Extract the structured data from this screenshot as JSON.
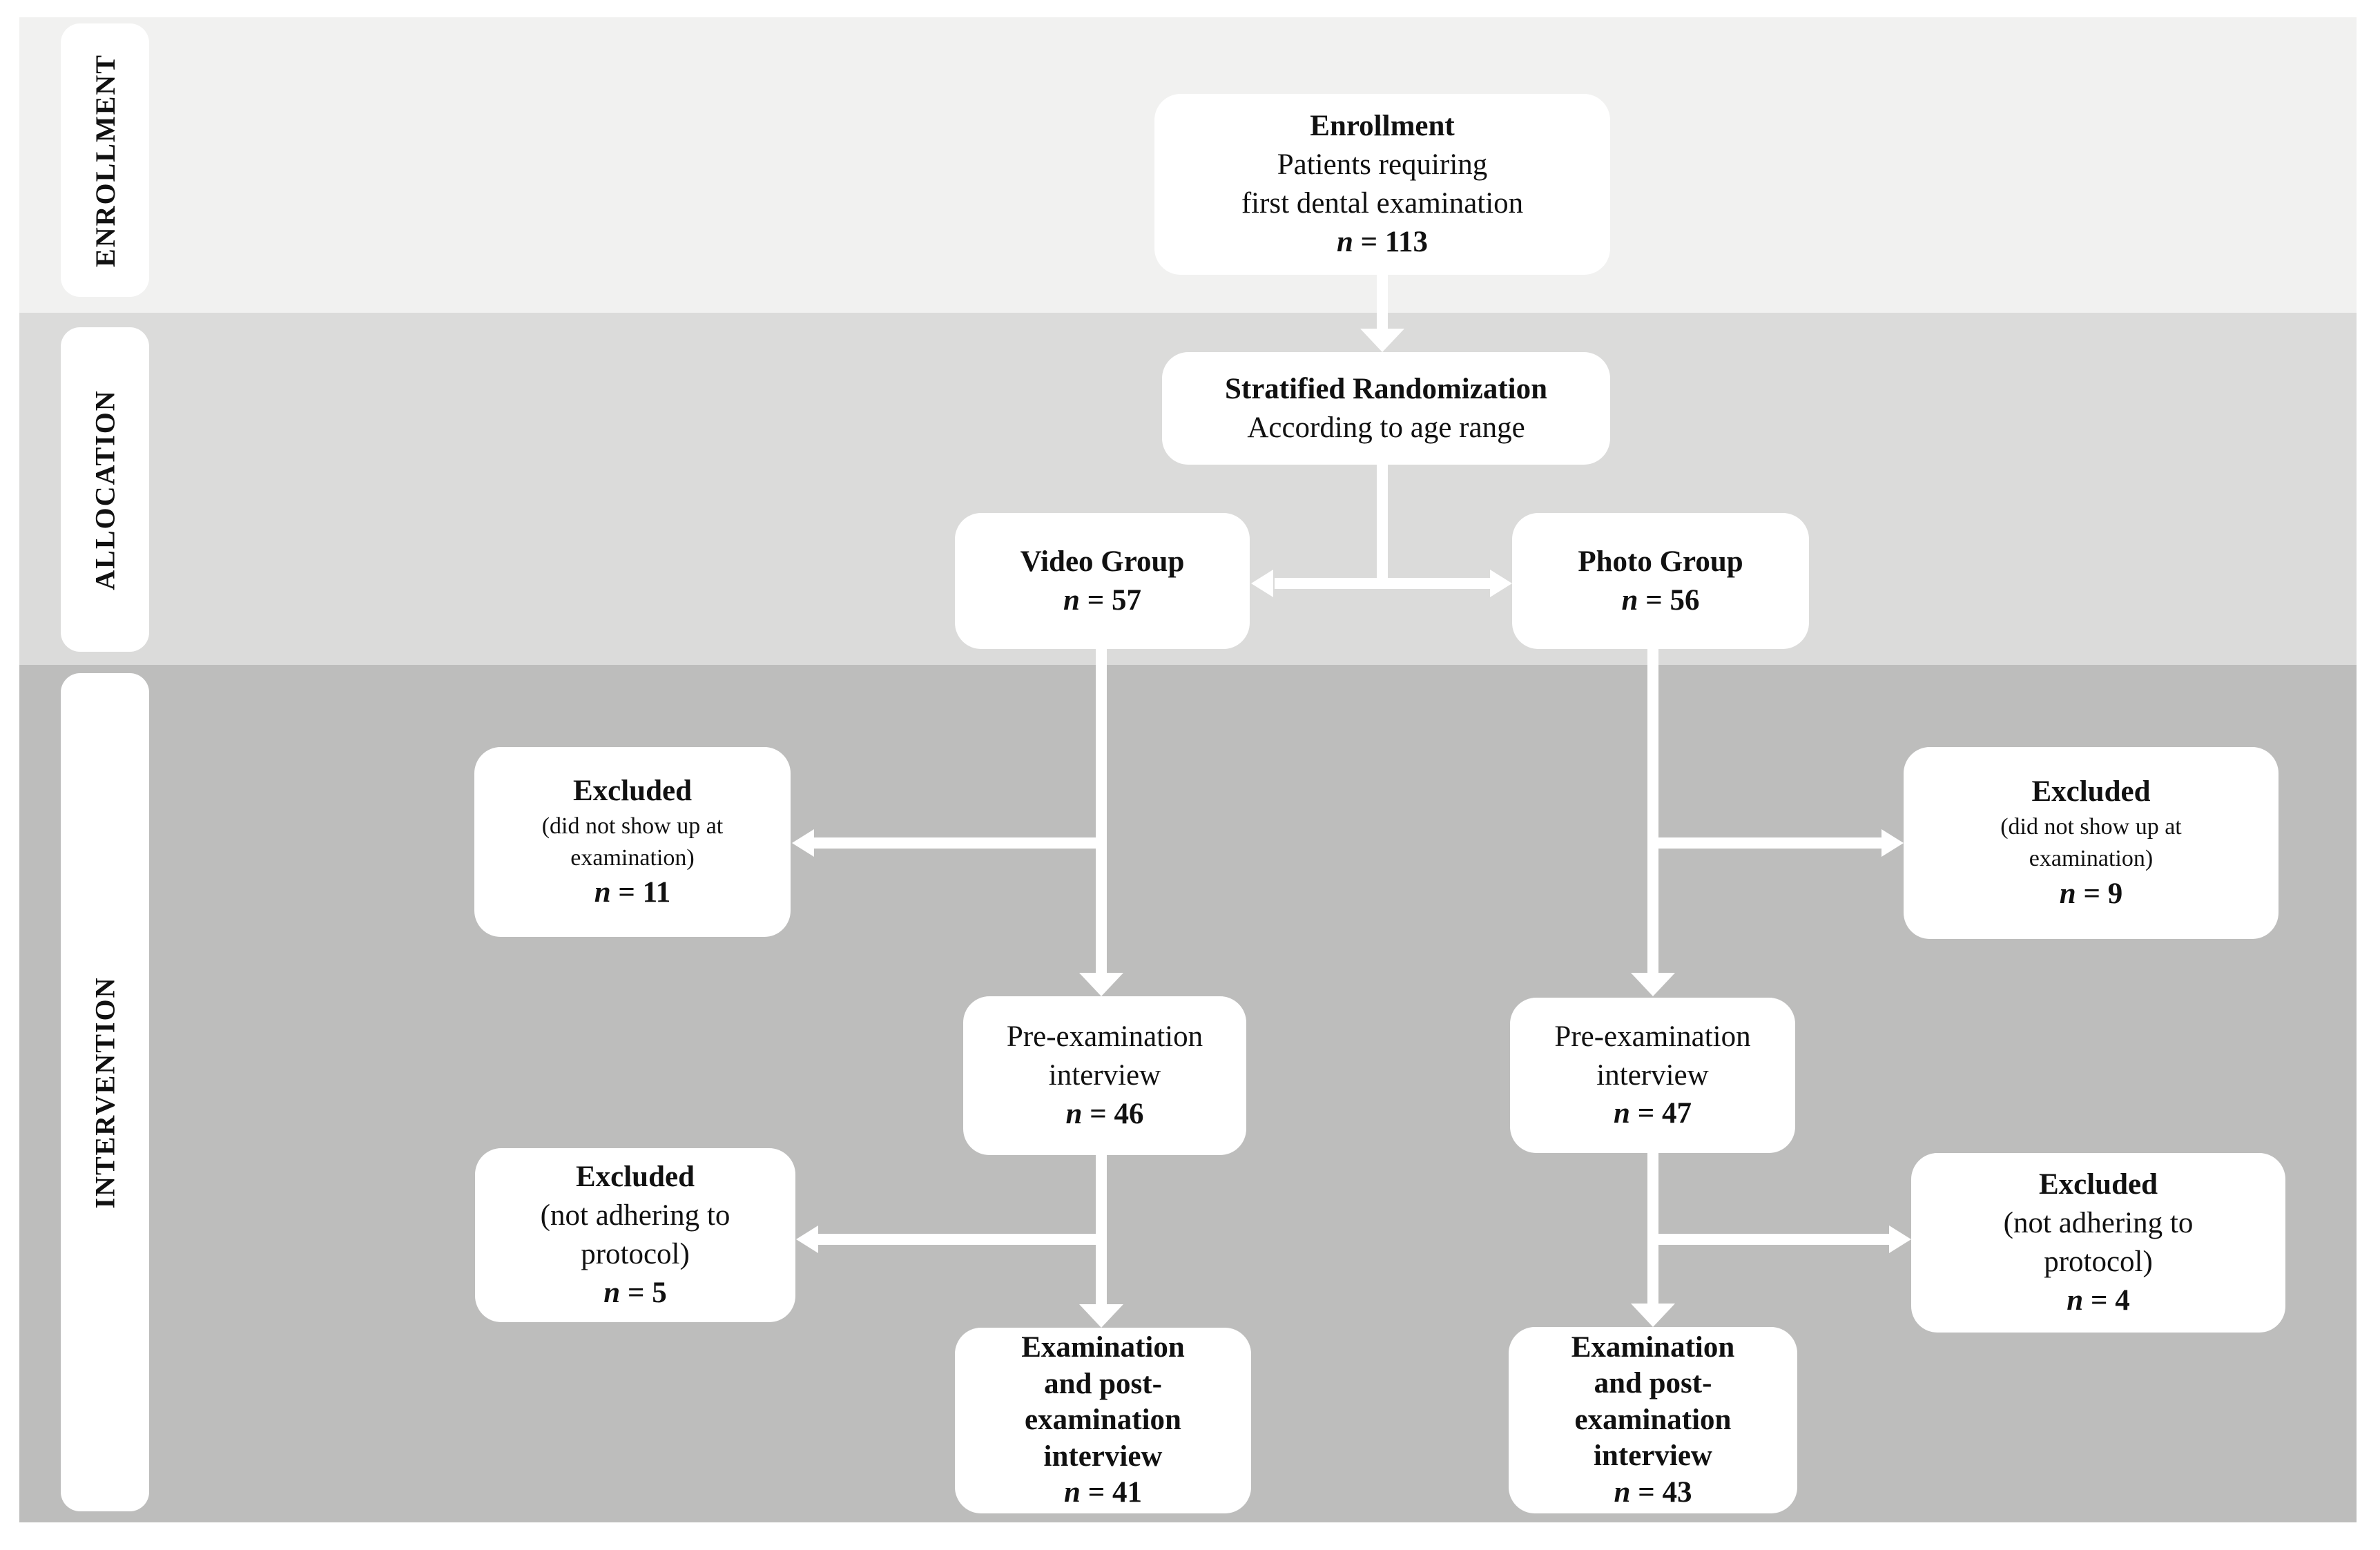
{
  "stages": {
    "enrollment_label": "ENROLLMENT",
    "allocation_label": "ALLOCATION",
    "intervention_label": "INTERVENTION"
  },
  "boxes": {
    "enrollment": {
      "title": "Enrollment",
      "line1": "Patients requiring",
      "line2": "first dental examination",
      "n_sym": "n",
      "n_val": "= 113"
    },
    "randomization": {
      "title": "Stratified Randomization",
      "line1": "According to age range"
    },
    "video_group": {
      "title": "Video Group",
      "n_sym": "n",
      "n_val": "= 57"
    },
    "photo_group": {
      "title": "Photo Group",
      "n_sym": "n",
      "n_val": "= 56"
    },
    "excluded_video_noshow": {
      "title": "Excluded",
      "line1": "(did not show up at",
      "line2": "examination)",
      "n_sym": "n",
      "n_val": "= 11"
    },
    "excluded_photo_noshow": {
      "title": "Excluded",
      "line1": "(did not show up at",
      "line2": "examination)",
      "n_sym": "n",
      "n_val": "= 9"
    },
    "preexam_video": {
      "line1": "Pre-examination",
      "line2": "interview",
      "n_sym": "n",
      "n_val": "= 46"
    },
    "preexam_photo": {
      "line1": "Pre-examination",
      "line2": "interview",
      "n_sym": "n",
      "n_val": "= 47"
    },
    "excluded_video_protocol": {
      "title": "Excluded",
      "line1": "(not adhering to",
      "line2": "protocol)",
      "n_sym": "n",
      "n_val": "= 5"
    },
    "excluded_photo_protocol": {
      "title": "Excluded",
      "line1": "(not adhering to",
      "line2": "protocol)",
      "n_sym": "n",
      "n_val": "= 4"
    },
    "exam_video": {
      "line1": "Examination",
      "line2": "and post-",
      "line3": "examination",
      "line4": "interview",
      "n_sym": "n",
      "n_val": "= 41"
    },
    "exam_photo": {
      "line1": "Examination",
      "line2": "and post-",
      "line3": "examination",
      "line4": "interview",
      "n_sym": "n",
      "n_val": "= 43"
    }
  },
  "colors": {
    "band_enrollment": "#f1f1f0",
    "band_allocation": "#dbdbda",
    "band_intervention": "#bdbdbc",
    "box_background": "#ffffff",
    "connector": "#ffffff",
    "text": "#111111"
  }
}
